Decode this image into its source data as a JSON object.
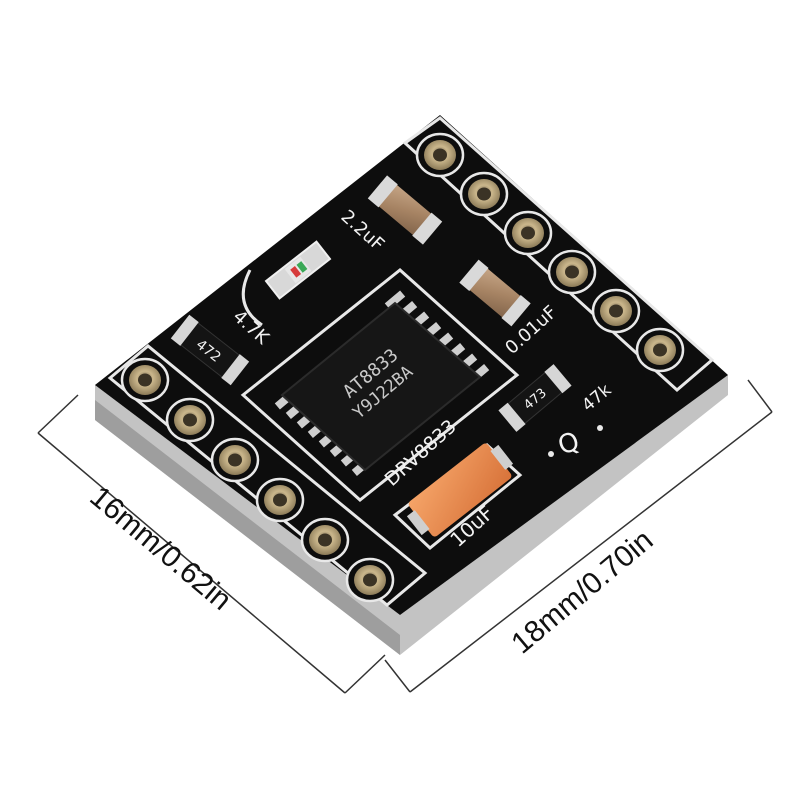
{
  "product": {
    "chip_marking_line1": "AT8833",
    "chip_marking_line2": "Y9J22BA",
    "board_label": "DRV8833",
    "silk_labels": {
      "cap_top": "2.2uF",
      "resistor_left": "4.7K",
      "cap_right": "0.01uF",
      "resistor_right": "47k",
      "cap_bottom": "10uF",
      "logo": "Q"
    },
    "resistor_codes": [
      "472",
      "473"
    ]
  },
  "dimensions": {
    "width_label": "16mm/0.62in",
    "length_label": "18mm/0.70in"
  },
  "colors": {
    "pcb": "#0d0d0d",
    "pcb_edge": "#b9b9b9",
    "silkscreen": "#f2f2f2",
    "pad_gold": "#bfa97a",
    "tantalum_cap": "#e88844"
  }
}
